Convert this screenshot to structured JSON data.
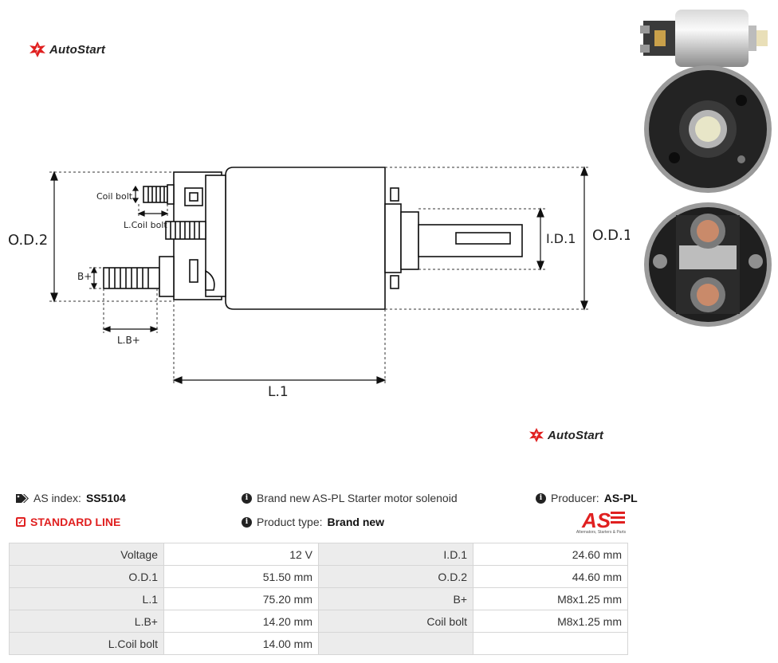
{
  "brand": {
    "name": "AutoStart"
  },
  "drawing": {
    "labels": {
      "od2": "O.D.2",
      "od1": "O.D.1",
      "id1": "I.D.1",
      "l1": "L.1",
      "lb": "L.B+",
      "bplus": "B+",
      "coilbolt": "Coil bolt",
      "lcoilbolt": "L.Coil bolt"
    }
  },
  "info": {
    "as_index_label": "AS index:",
    "as_index_value": "SS5104",
    "description": "Brand new AS-PL Starter motor solenoid",
    "producer_label": "Producer:",
    "producer_value": "AS-PL",
    "line": "STANDARD LINE",
    "product_type_label": "Product type:",
    "product_type_value": "Brand new",
    "as_logo_text": "AS",
    "as_logo_tagline": "Alternators, Starters & Parts"
  },
  "specs": [
    [
      {
        "label": "Voltage",
        "value": "12 V"
      },
      {
        "label": "I.D.1",
        "value": "24.60 mm"
      }
    ],
    [
      {
        "label": "O.D.1",
        "value": "51.50 mm"
      },
      {
        "label": "O.D.2",
        "value": "44.60 mm"
      }
    ],
    [
      {
        "label": "L.1",
        "value": "75.20 mm"
      },
      {
        "label": "B+",
        "value": "M8x1.25 mm"
      }
    ],
    [
      {
        "label": "L.B+",
        "value": "14.20 mm"
      },
      {
        "label": "Coil bolt",
        "value": "M8x1.25 mm"
      }
    ],
    [
      {
        "label": "L.Coil bolt",
        "value": "14.00 mm"
      },
      {
        "label": "",
        "value": ""
      }
    ]
  ],
  "colors": {
    "accent": "#e02020",
    "label_bg": "#ececec",
    "border": "#d6d6d6"
  },
  "icons": {
    "logo": "starburst-icon",
    "tag": "tag-icon",
    "info": "info-icon",
    "check": "check-square-icon"
  }
}
